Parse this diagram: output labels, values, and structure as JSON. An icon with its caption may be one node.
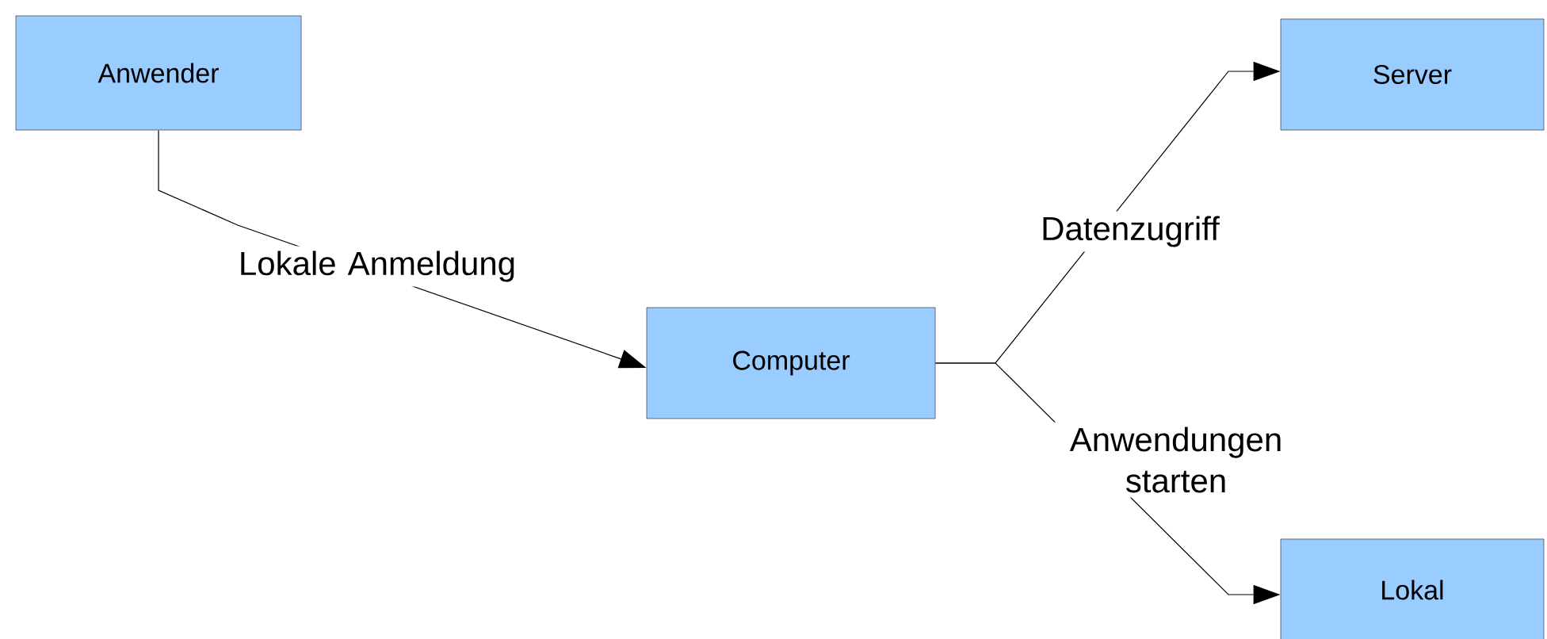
{
  "diagram": {
    "nodes": [
      {
        "text": [
          "Anwender"
        ]
      },
      {
        "text": [
          "Computer"
        ]
      },
      {
        "text": [
          "Server"
        ]
      },
      {
        "text": [
          "Lokal"
        ]
      }
    ],
    "edges": [
      {
        "from": 0,
        "to": 1,
        "arrow": "to",
        "label": "Lokale Anmeldung"
      },
      {
        "from": 1,
        "to": 2,
        "arrow": "to",
        "label": "Datenzugriff"
      },
      {
        "from": 1,
        "to": 3,
        "arrow": "to",
        "label": "Anwendungen starten"
      }
    ]
  }
}
